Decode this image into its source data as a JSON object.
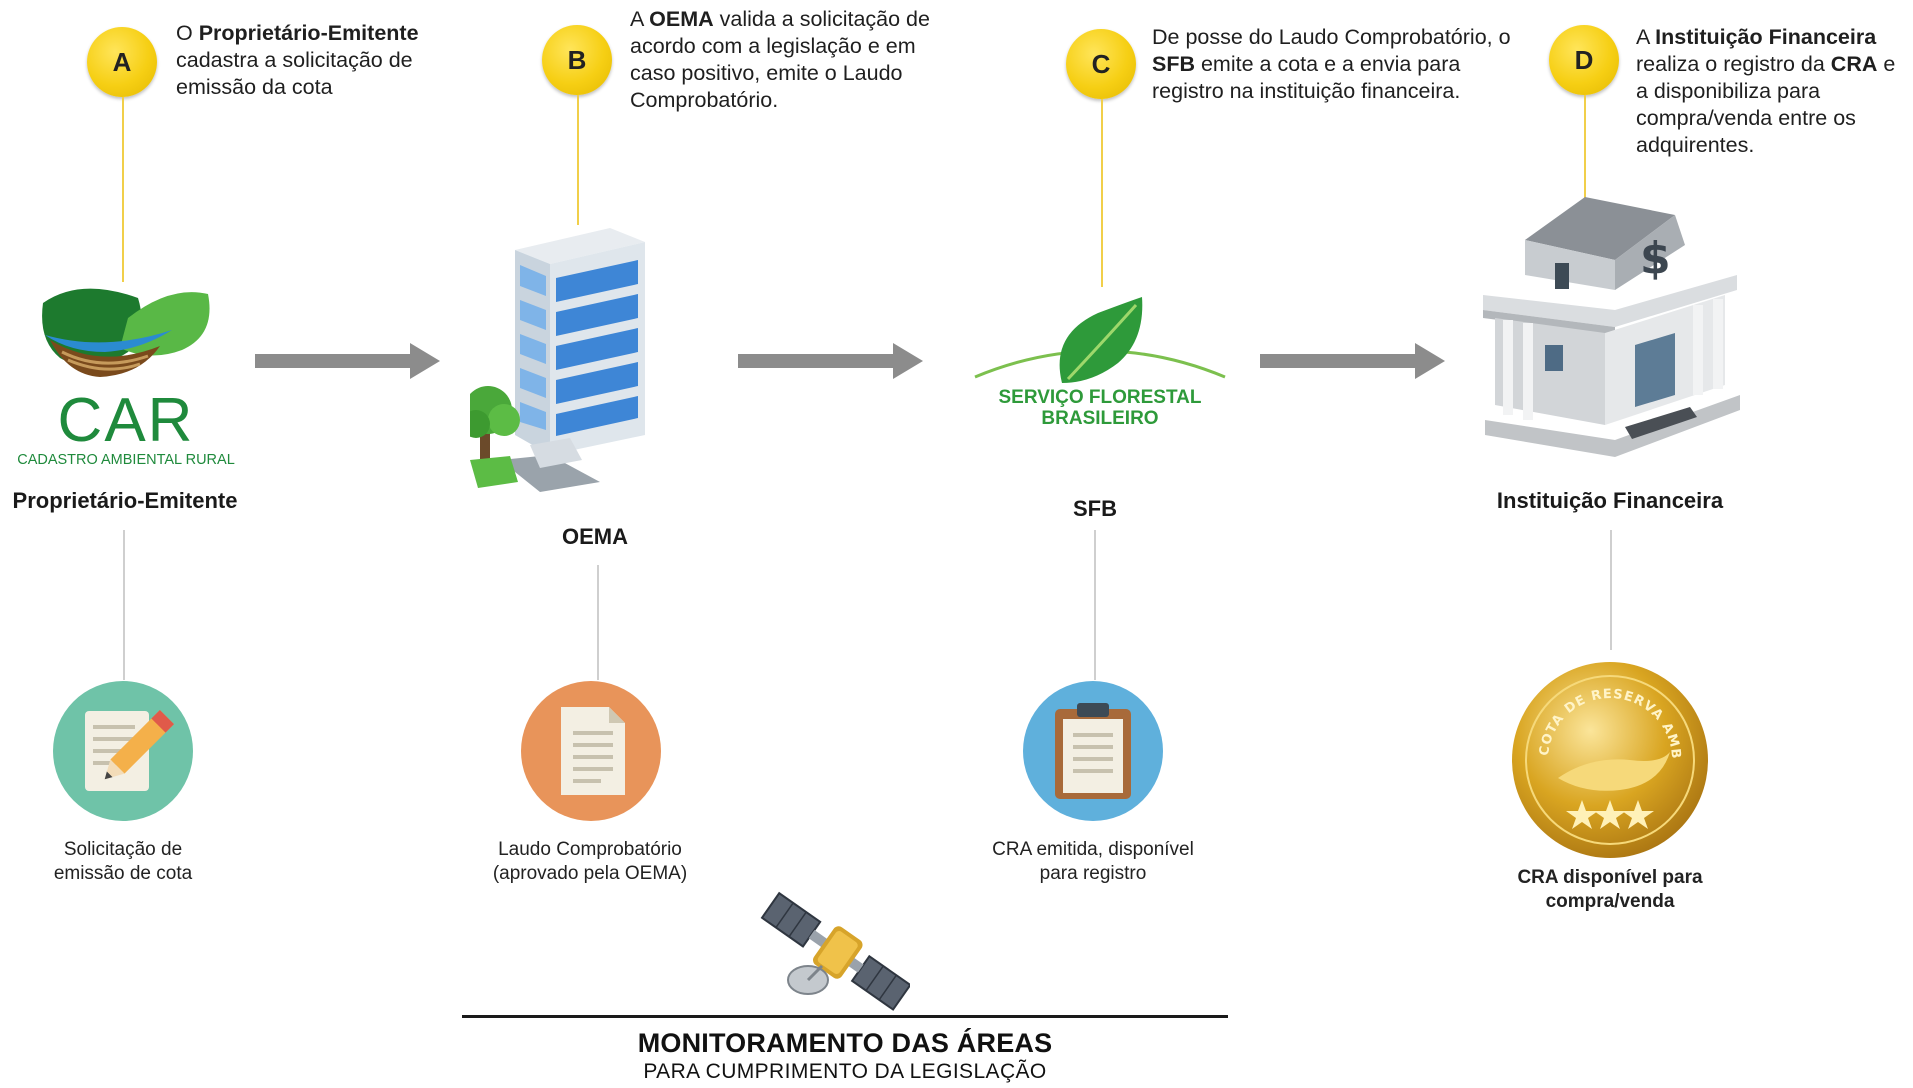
{
  "steps": [
    {
      "letter": "A",
      "desc_pre": "O ",
      "desc_bold": "Proprietário-Emitente",
      "desc_post": " cadastra a solicitação de emissão da cota",
      "actor": "Proprietário-Emitente",
      "doc_label": "Solicitação de emissão de cota"
    },
    {
      "letter": "B",
      "desc_pre": "A ",
      "desc_bold": "OEMA",
      "desc_post": " valida a solicitação de acordo com a legislação e em caso positivo, emite o Laudo Comprobatório.",
      "actor": "OEMA",
      "doc_label": "Laudo Comprobatório (aprovado pela OEMA)"
    },
    {
      "letter": "C",
      "desc_pre": "De posse do Laudo Comprobatório, o ",
      "desc_bold": "SFB",
      "desc_post": " emite a cota e a envia para registro na instituição financeira.",
      "actor": "SFB",
      "doc_label": "CRA emitida, disponível para registro"
    },
    {
      "letter": "D",
      "desc_pre": "A ",
      "desc_bold": "Instituição Financeira",
      "desc_mid": " realiza o registro da ",
      "desc_bold2": "CRA",
      "desc_post": " e a disponibiliza para compra/venda entre os adquirentes.",
      "actor": "Instituição Financeira",
      "doc_label": "CRA disponível para compra/venda"
    }
  ],
  "logos": {
    "car_title": "CAR",
    "car_subtitle": "CADASTRO AMBIENTAL RURAL",
    "sfb_line1": "SERVIÇO FLORESTAL",
    "sfb_line2": "BRASILEIRO",
    "coin_text": "COTA DE RESERVA AMBIENTAL",
    "bank_symbol": "$"
  },
  "footer": {
    "title": "MONITORAMENTO DAS ÁREAS",
    "subtitle": "PARA CUMPRIMENTO DA LEGISLAÇÃO"
  },
  "colors": {
    "step_circle": "#f6cf14",
    "arrow": "#8c8c8c",
    "doc_a": "#6fc3a8",
    "doc_b": "#e8945a",
    "doc_c": "#5fb0dc",
    "car_green": "#1f8a3c",
    "sfb_green": "#2e9a3a",
    "coin_gold": "#d9a521"
  },
  "icons": [
    "document-edit-icon",
    "document-icon",
    "clipboard-icon",
    "building-icon",
    "bank-icon",
    "satellite-icon",
    "coin-icon"
  ]
}
